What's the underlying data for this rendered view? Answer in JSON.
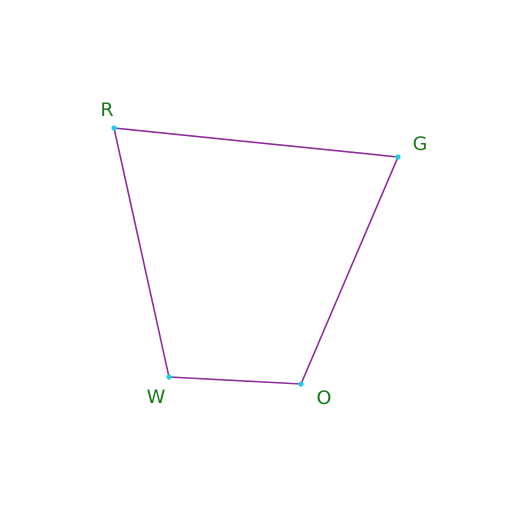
{
  "diagram": {
    "edge_color": "#8e2e9a",
    "vertex_color": "#19d0e6",
    "label_color": "#1a7a1a",
    "vertices": [
      {
        "id": "R",
        "label": "R"
      },
      {
        "id": "G",
        "label": "G"
      },
      {
        "id": "O",
        "label": "O"
      },
      {
        "id": "W",
        "label": "W"
      }
    ],
    "edges": [
      [
        "R",
        "G"
      ],
      [
        "G",
        "O"
      ],
      [
        "O",
        "W"
      ],
      [
        "W",
        "R"
      ]
    ]
  }
}
